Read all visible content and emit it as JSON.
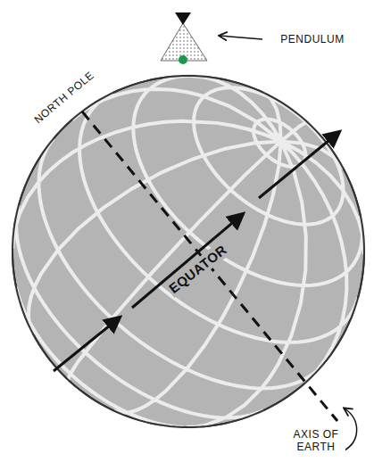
{
  "diagram": {
    "labels": [
      "PENDULUM",
      "NORTH POLE",
      "EQUATOR",
      "AXIS OF EARTH"
    ]
  }
}
